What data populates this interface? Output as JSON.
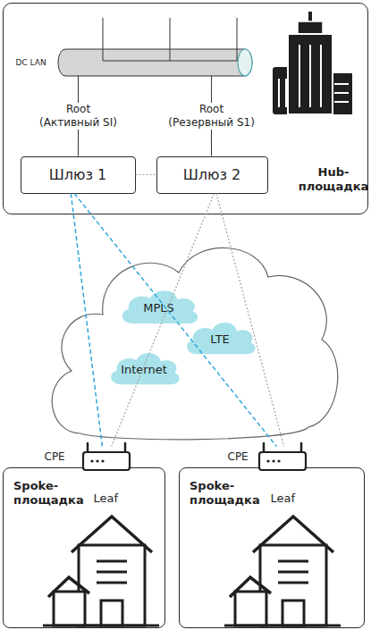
{
  "diagram": {
    "nodes": [
      {
        "text": [
          "Hub-площадка"
        ]
      },
      {
        "text": [
          "DC LAN"
        ],
        "in": 0
      },
      {
        "text": [
          "Шлюз 1"
        ],
        "in": 0
      },
      {
        "text": [
          "Шлюз 2"
        ],
        "in": 0
      },
      {
        "text": [
          "MPLS"
        ]
      },
      {
        "text": [
          "Internet"
        ]
      },
      {
        "text": [
          "LTE"
        ]
      },
      {
        "text": [
          "Spoke-площадка"
        ]
      },
      {
        "text": [
          "CPE",
          "Leaf"
        ],
        "in": 7
      },
      {
        "text": [
          "Spoke-площадка"
        ]
      },
      {
        "text": [
          "CPE",
          "Leaf"
        ],
        "in": 9
      }
    ],
    "edges": [
      {
        "from": 1,
        "to": 2,
        "arrow": "none",
        "label": "Root (Активный SI)"
      },
      {
        "from": 1,
        "to": 3,
        "arrow": "none",
        "label": "Root (Резервный S1)"
      },
      {
        "from": 2,
        "to": 3,
        "arrow": "none"
      },
      {
        "from": 2,
        "to": 8,
        "arrow": "none"
      },
      {
        "from": 2,
        "to": 10,
        "arrow": "none"
      },
      {
        "from": 3,
        "to": 8,
        "arrow": "none"
      },
      {
        "from": 3,
        "to": 10,
        "arrow": "none"
      }
    ]
  }
}
